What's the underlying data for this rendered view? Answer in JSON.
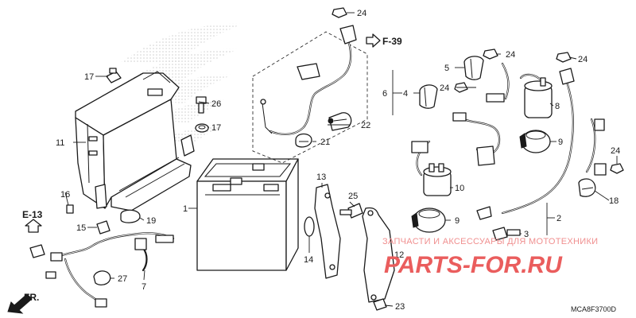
{
  "diagram": {
    "callouts": {
      "c1": "1",
      "c2": "2",
      "c3": "3",
      "c4": "4",
      "c5": "5",
      "c6": "6",
      "c7": "7",
      "c8": "8",
      "c9a": "9",
      "c9b": "9",
      "c10": "10",
      "c11": "11",
      "c12": "12",
      "c13": "13",
      "c14": "14",
      "c15": "15",
      "c16": "16",
      "c17a": "17",
      "c17b": "17",
      "c18": "18",
      "c19": "19",
      "c21": "21",
      "c22": "22",
      "c23": "23",
      "c24a": "24",
      "c24b": "24",
      "c24c": "24",
      "c24d": "24",
      "c24e": "24",
      "c25": "25",
      "c26": "26",
      "c27": "27"
    },
    "refs": {
      "f39": "F-39",
      "e13": "E-13",
      "fr": "FR."
    },
    "diagram_code": "MCA8F3700D"
  },
  "watermark": {
    "tagline": "ЗАПЧАСТИ И АКСЕССУАРЫ ДЛЯ МОТОТЕХНИКИ",
    "brand": "PARTS-FOR.RU"
  },
  "colors": {
    "line": "#1a1a1a",
    "watermark": "#ea5d5d",
    "logo_pattern": "#cfcfcf"
  },
  "icons": {
    "arrow_f39": "right-arrow-icon",
    "arrow_e13": "up-arrow-icon",
    "arrow_fr": "down-left-arrow-icon"
  }
}
